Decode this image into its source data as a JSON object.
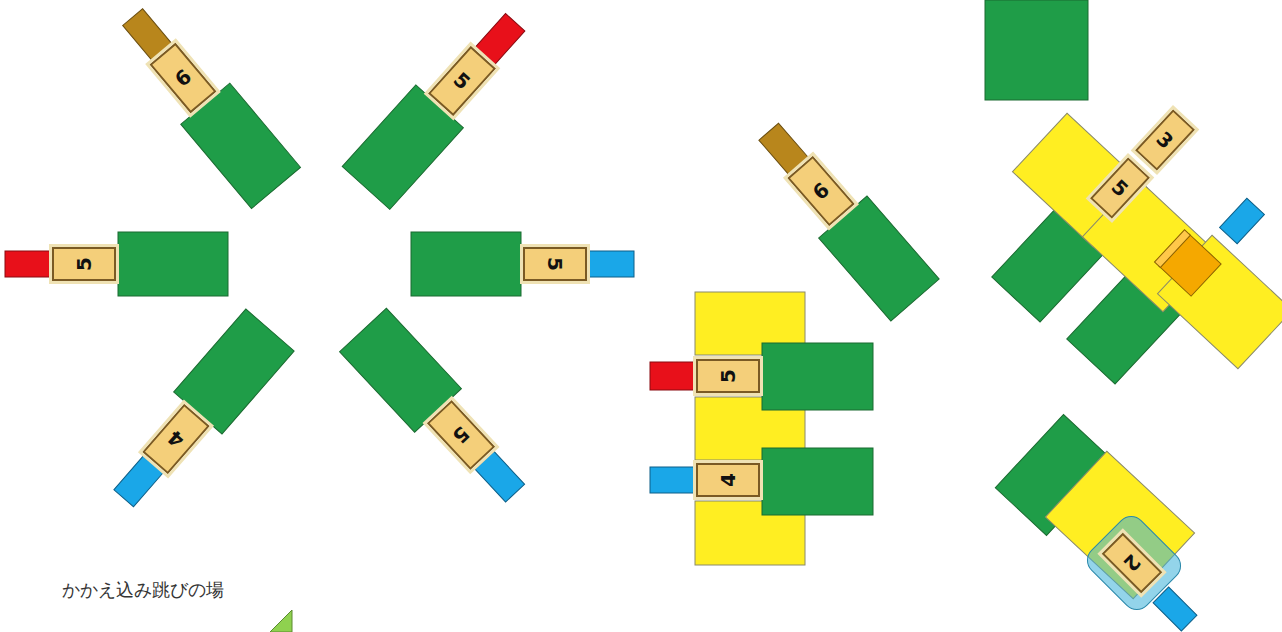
{
  "diagram": {
    "nodes": [
      {
        "text": [
          "6"
        ]
      },
      {
        "text": [
          "5"
        ]
      },
      {
        "text": [
          "5"
        ]
      },
      {
        "text": [
          "5"
        ]
      },
      {
        "text": [
          "4"
        ]
      },
      {
        "text": [
          "5"
        ]
      },
      {
        "text": [
          "6"
        ]
      },
      {
        "text": [
          "3"
        ]
      },
      {
        "text": [
          "5"
        ]
      },
      {
        "text": [
          "5"
        ]
      },
      {
        "text": [
          "4"
        ]
      },
      {
        "text": [
          "2"
        ]
      }
    ],
    "labels": [
      "かかえ込み跳びの場"
    ]
  }
}
